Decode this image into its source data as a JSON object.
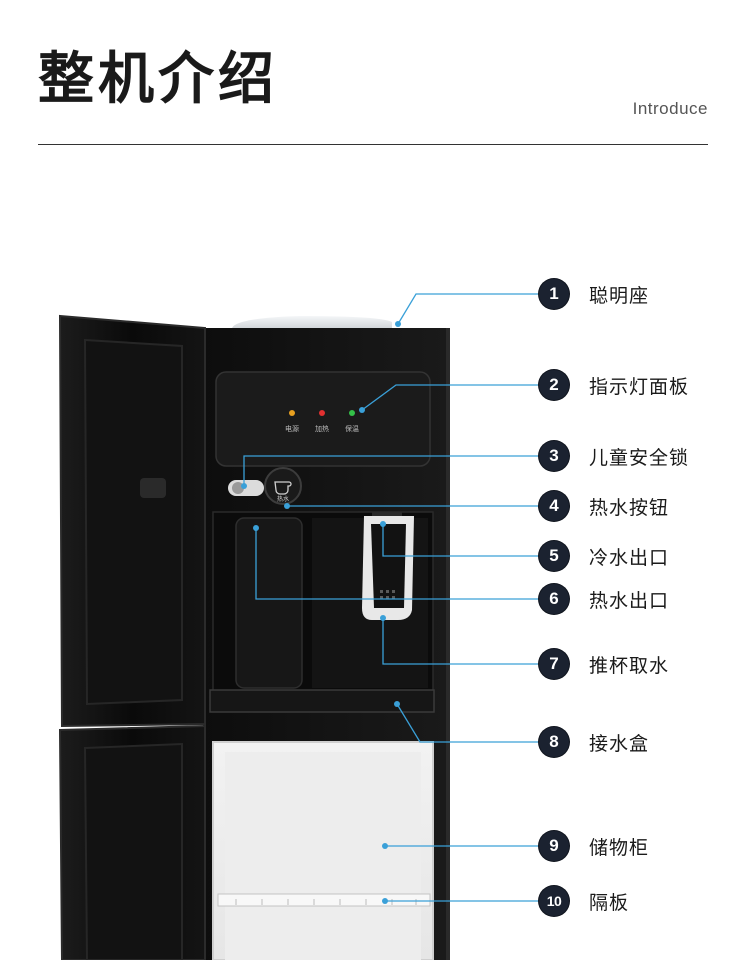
{
  "header": {
    "title": "整机介绍",
    "subtitle": "Introduce"
  },
  "panel_indicators": [
    {
      "label": "电源",
      "color": "#e8a020"
    },
    {
      "label": "加热",
      "color": "#e23030"
    },
    {
      "label": "保温",
      "color": "#34c048"
    }
  ],
  "hot_button_text": "热水",
  "callouts": [
    {
      "number": "1",
      "label": "聪明座"
    },
    {
      "number": "2",
      "label": "指示灯面板"
    },
    {
      "number": "3",
      "label": "儿童安全锁"
    },
    {
      "number": "4",
      "label": "热水按钮"
    },
    {
      "number": "5",
      "label": "冷水出口"
    },
    {
      "number": "6",
      "label": "热水出口"
    },
    {
      "number": "7",
      "label": "推杯取水"
    },
    {
      "number": "8",
      "label": "接水盒"
    },
    {
      "number": "9",
      "label": "储物柜"
    },
    {
      "number": "10",
      "label": "隔板"
    }
  ],
  "colors": {
    "leader_line": "#3aa0d8",
    "badge": "#1b2230",
    "body": "#111111"
  }
}
